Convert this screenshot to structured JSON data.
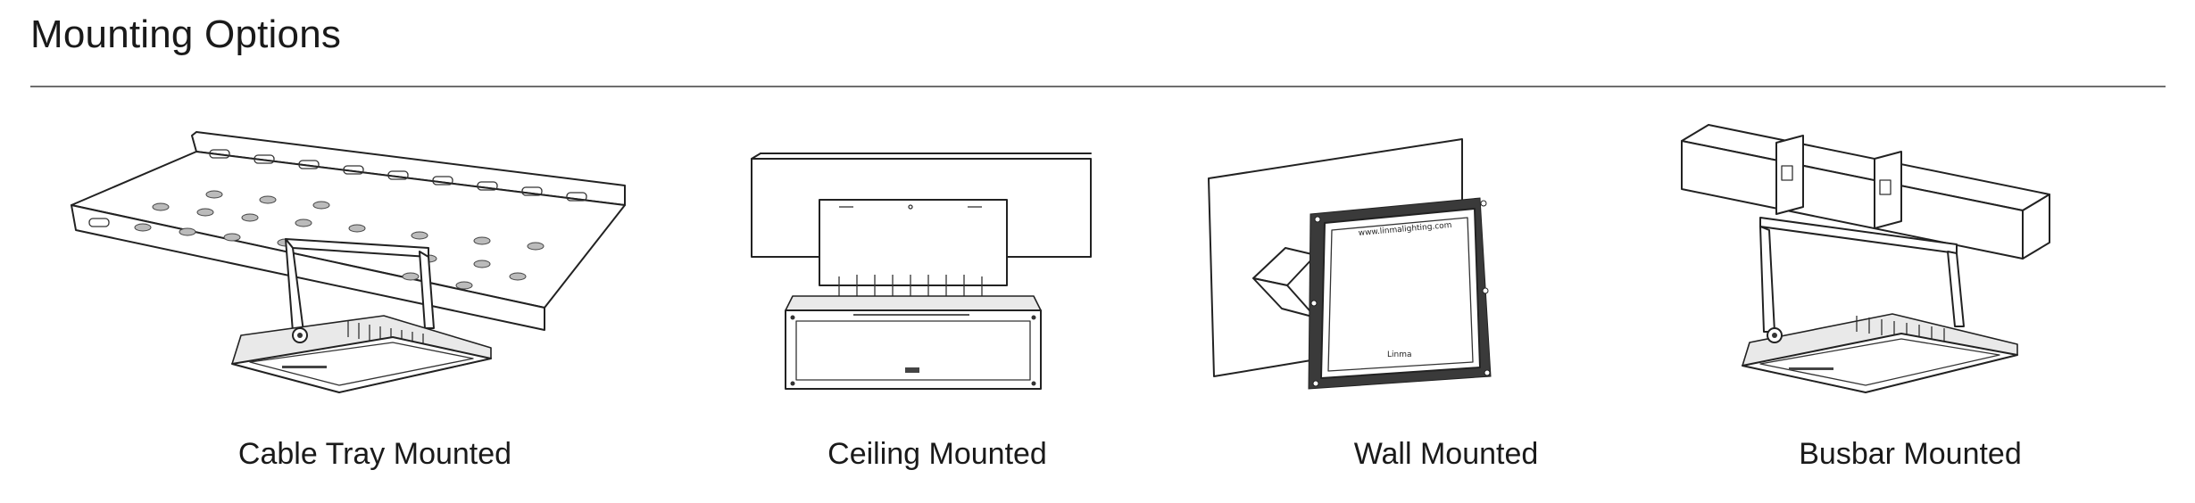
{
  "page": {
    "title": "Mounting Options"
  },
  "options": [
    {
      "caption": "Cable Tray Mounted",
      "illustration": "cable-tray-mount-illustration"
    },
    {
      "caption": "Ceiling Mounted",
      "illustration": "ceiling-mount-illustration"
    },
    {
      "caption": "Wall Mounted",
      "illustration": "wall-mount-illustration"
    },
    {
      "caption": "Busbar Mounted",
      "illustration": "busbar-mount-illustration"
    }
  ],
  "illustration_text": {
    "wall_brand": "www.linmalighting.com",
    "logo_mark": "Linma"
  }
}
